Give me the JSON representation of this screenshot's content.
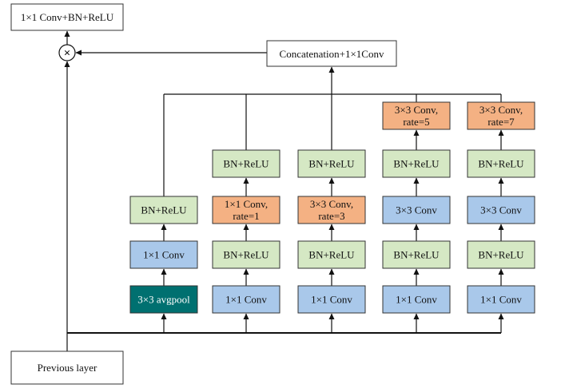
{
  "colors": {
    "green": "#d5e8c4",
    "blue": "#a9c8ea",
    "orange": "#f4b183",
    "teal": "#007070",
    "white": "#ffffff",
    "stroke": "#333333",
    "line": "#111111"
  },
  "top_block": {
    "label": "1×1 Conv+BN+ReLU"
  },
  "multiply": {
    "symbol": "×"
  },
  "concat": {
    "label": "Concatenation+1×1Conv"
  },
  "input": {
    "label": "Previous layer"
  },
  "branches": [
    {
      "blocks": [
        {
          "lines": [
            "3×3 avgpool"
          ],
          "fill": "teal"
        },
        {
          "lines": [
            "1×1 Conv"
          ],
          "fill": "blue"
        },
        {
          "lines": [
            "BN+ReLU"
          ],
          "fill": "green"
        }
      ]
    },
    {
      "blocks": [
        {
          "lines": [
            "1×1 Conv"
          ],
          "fill": "blue"
        },
        {
          "lines": [
            "BN+ReLU"
          ],
          "fill": "green"
        },
        {
          "lines": [
            "1×1 Conv,",
            "rate=1"
          ],
          "fill": "orange"
        },
        {
          "lines": [
            "BN+ReLU"
          ],
          "fill": "green"
        }
      ]
    },
    {
      "blocks": [
        {
          "lines": [
            "1×1 Conv"
          ],
          "fill": "blue"
        },
        {
          "lines": [
            "BN+ReLU"
          ],
          "fill": "green"
        },
        {
          "lines": [
            "3×3 Conv,",
            "rate=3"
          ],
          "fill": "orange"
        },
        {
          "lines": [
            "BN+ReLU"
          ],
          "fill": "green"
        }
      ]
    },
    {
      "blocks": [
        {
          "lines": [
            "1×1 Conv"
          ],
          "fill": "blue"
        },
        {
          "lines": [
            "BN+ReLU"
          ],
          "fill": "green"
        },
        {
          "lines": [
            "3×3 Conv"
          ],
          "fill": "blue"
        },
        {
          "lines": [
            "BN+ReLU"
          ],
          "fill": "green"
        },
        {
          "lines": [
            "3×3 Conv,",
            "rate=5"
          ],
          "fill": "orange"
        }
      ]
    },
    {
      "blocks": [
        {
          "lines": [
            "1×1 Conv"
          ],
          "fill": "blue"
        },
        {
          "lines": [
            "BN+ReLU"
          ],
          "fill": "green"
        },
        {
          "lines": [
            "3×3 Conv"
          ],
          "fill": "blue"
        },
        {
          "lines": [
            "BN+ReLU"
          ],
          "fill": "green"
        },
        {
          "lines": [
            "3×3 Conv,",
            "rate=7"
          ],
          "fill": "orange"
        }
      ]
    }
  ]
}
